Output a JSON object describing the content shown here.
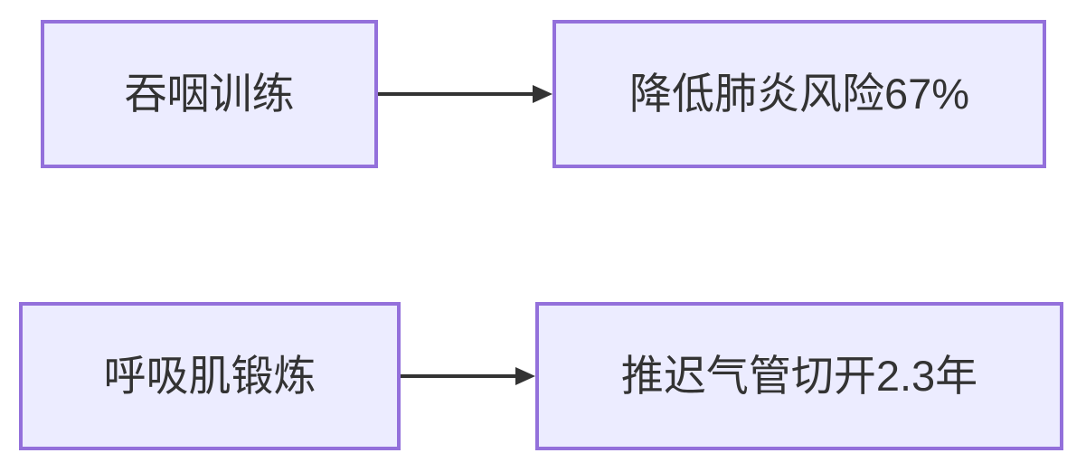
{
  "colors": {
    "background": "#FFFFFF",
    "node_fill": "#ECECFF",
    "node_border": "#9370DB",
    "node_text": "#333333",
    "arrow": "#333333"
  },
  "diagram": {
    "type": "flowchart",
    "direction": "left-to-right",
    "edges": [
      {
        "from": "吞咽训练",
        "to": "降低肺炎风险67%"
      },
      {
        "from": "呼吸肌锻炼",
        "to": "推迟气管切开2.3年"
      }
    ]
  }
}
